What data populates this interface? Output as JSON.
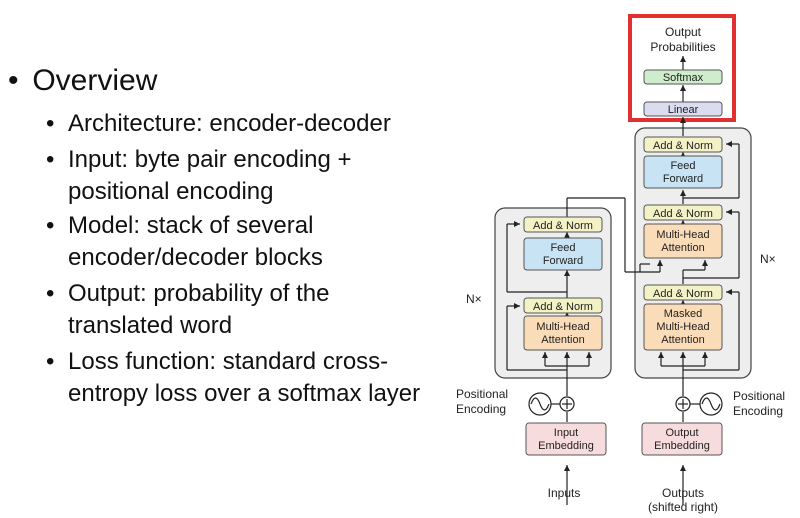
{
  "bullets": {
    "heading": "Overview",
    "items": [
      "Architecture: encoder-decoder",
      "Input: byte pair encoding +\npositional encoding",
      "Model: stack of several\nencoder/decoder blocks",
      "Output: probability of the\ntranslated word",
      "Loss function: standard cross-\nentropy loss over a softmax layer"
    ]
  },
  "diagram": {
    "output_probabilities": [
      "Output",
      "Probabilities"
    ],
    "softmax": "Softmax",
    "linear": "Linear",
    "add_norm": "Add & Norm",
    "feed_forward": [
      "Feed",
      "Forward"
    ],
    "multi_head_attention": [
      "Multi-Head",
      "Attention"
    ],
    "masked_multi_head_attention": [
      "Masked",
      "Multi-Head",
      "Attention"
    ],
    "nx": "N×",
    "positional_encoding": [
      "Positional",
      "Encoding"
    ],
    "input_embedding": [
      "Input",
      "Embedding"
    ],
    "output_embedding": [
      "Output",
      "Embedding"
    ],
    "inputs": "Inputs",
    "outputs": [
      "Outputs",
      "(shifted right)"
    ],
    "colors": {
      "add_norm": "#f3f2c6",
      "feed_forward": "#c8e4f4",
      "attention": "#fbdcb8",
      "linear": "#dcdcf0",
      "softmax": "#cfeccc",
      "embedding": "#f6dcdc",
      "block_bg": "#eeeeee",
      "highlight": "#e03030"
    }
  }
}
